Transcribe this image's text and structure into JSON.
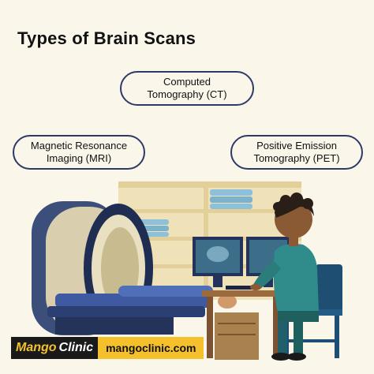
{
  "title": "Types of Brain Scans",
  "scans": [
    {
      "line1": "Computed",
      "line2": "Tomography (CT)"
    },
    {
      "line1": "Magnetic Resonance",
      "line2": "Imaging (MRI)"
    },
    {
      "line1": "Positive Emission",
      "line2": "Tomography (PET)"
    }
  ],
  "footer": {
    "brand_part1": "Mango",
    "brand_part2": "Clinic",
    "url": "mangoclinic.com"
  },
  "colors": {
    "background": "#fbf6ea",
    "pill_border": "#2d3a66",
    "brand_yellow": "#f4c12d",
    "scrubs": "#2f8c8a"
  }
}
